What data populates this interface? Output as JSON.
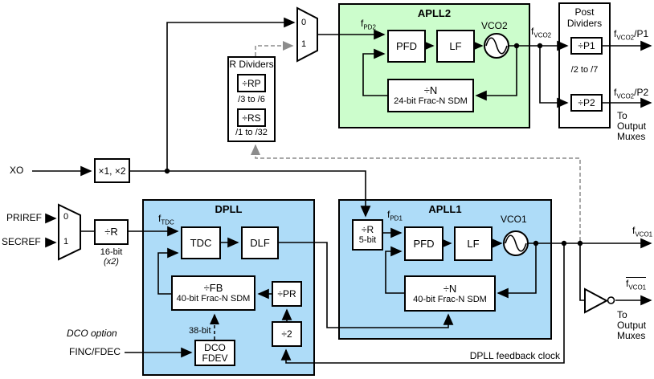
{
  "diagram": {
    "inputs": {
      "xo": "XO",
      "priref": "PRIREF",
      "secref": "SECREF",
      "finc_fdec": "FINC/FDEC",
      "dco_option": "DCO option"
    },
    "mux_top": {
      "in0": "0",
      "in1": "1"
    },
    "mux_ref": {
      "in0": "0",
      "in1": "1"
    },
    "blocks": {
      "x1x2": "×1, ×2",
      "r_dividers": {
        "title": "R Dividers",
        "rp": "÷RP",
        "rp_range": "/3 to /6",
        "rs": "÷RS",
        "rs_range": "/1 to /32"
      },
      "apll2": {
        "title": "APLL2",
        "pfd": "PFD",
        "lf": "LF",
        "vco": "VCO2",
        "n": "÷N",
        "n_sub": "24-bit Frac-N SDM"
      },
      "post_dividers": {
        "title_line1": "Post",
        "title_line2": "Dividers",
        "p1": "÷P1",
        "p2": "÷P2",
        "range": "/2 to /7"
      },
      "r16": {
        "label": "÷R",
        "bits": "16-bit",
        "x2": "(x2)"
      },
      "dpll": {
        "title": "DPLL",
        "tdc": "TDC",
        "dlf": "DLF",
        "fb": "÷FB",
        "fb_sub": "40-bit Frac-N SDM",
        "pr": "÷PR",
        "div2": "÷2",
        "dco_line1": "DCO",
        "dco_line2": "FDEV",
        "bits38": "38-bit"
      },
      "apll1": {
        "title": "APLL1",
        "r": "÷R",
        "r_bits": "5-bit",
        "pfd": "PFD",
        "lf": "LF",
        "vco": "VCO1",
        "n": "÷N",
        "n_sub": "40-bit Frac-N SDM"
      }
    },
    "signals": {
      "fpd2": {
        "base": "f",
        "sub": "PD2"
      },
      "fvco2": {
        "base": "f",
        "sub": "VCO2"
      },
      "fvco2p1": {
        "base": "f",
        "sub": "VCO2",
        "suffix": "/P1"
      },
      "fvco2p2": {
        "base": "f",
        "sub": "VCO2",
        "suffix": "/P2"
      },
      "ftdc": {
        "base": "f",
        "sub": "TDC"
      },
      "fpd1": {
        "base": "f",
        "sub": "PD1"
      },
      "fvco1": {
        "base": "f",
        "sub": "VCO1"
      },
      "fvco1_inv": {
        "base": "f",
        "sub": "VCO1"
      }
    },
    "annotations": {
      "to_output_muxes_top": [
        "To",
        "Output",
        "Muxes"
      ],
      "to_output_muxes_bottom": [
        "To",
        "Output",
        "Muxes"
      ],
      "dpll_feedback": "DPLL feedback clock"
    },
    "colors": {
      "apll2_fill": "#ccfdcc",
      "dpll_fill": "#aedcf8",
      "apll1_fill": "#aedcf8",
      "wire_gray": "#8c8c8c"
    }
  }
}
